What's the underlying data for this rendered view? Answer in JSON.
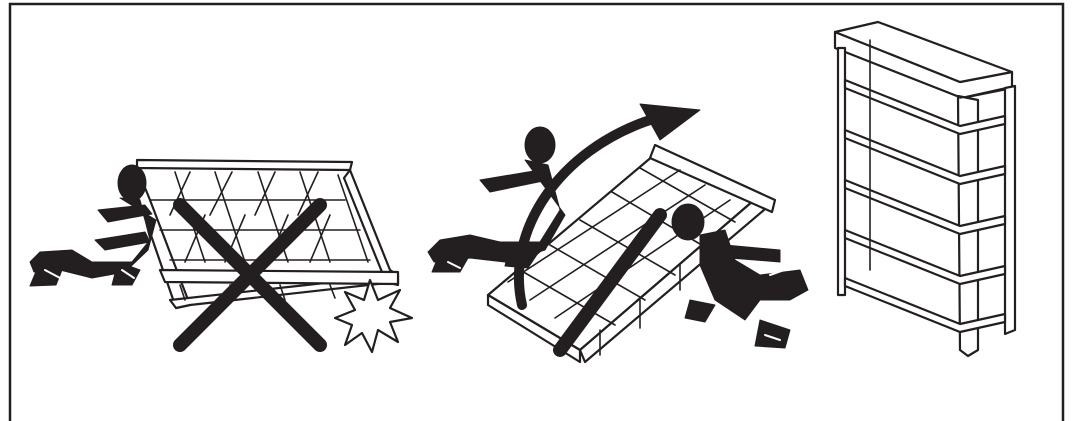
{
  "figure": {
    "panels": [
      {
        "id": "wrong-method",
        "status": "prohibited",
        "mark": "x-cross-icon"
      },
      {
        "id": "correct-method",
        "status": "recommended",
        "mark": "curved-arrow-icon"
      },
      {
        "id": "upright-result",
        "status": "result",
        "mark": "bookshelf-icon"
      }
    ],
    "colors": {
      "ink": "#231f20",
      "background": "#ffffff"
    }
  }
}
